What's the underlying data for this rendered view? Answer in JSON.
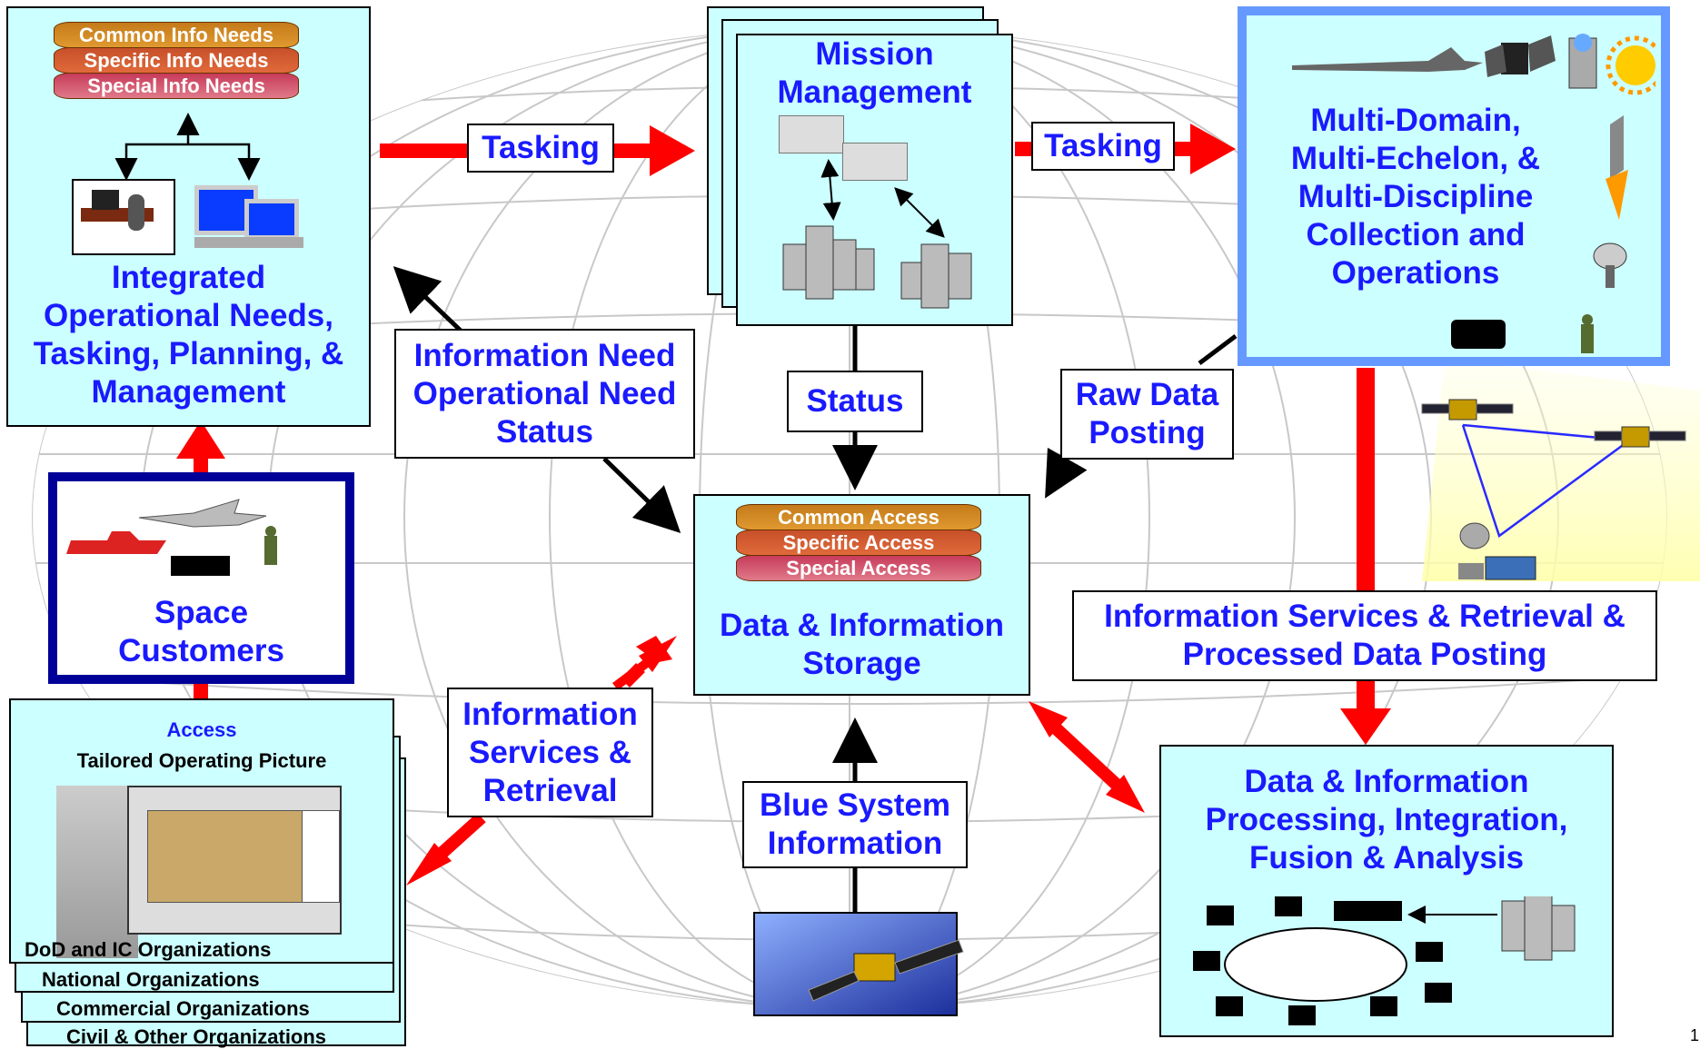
{
  "integrated_needs": {
    "db_rows": [
      "Common Info Needs",
      "Specific Info Needs",
      "Special Info Needs"
    ],
    "title_lines": [
      "Integrated",
      "Operational Needs,",
      "Tasking, Planning, &",
      "Management"
    ]
  },
  "mission": {
    "title_lines": [
      "Mission",
      "Management"
    ]
  },
  "collection": {
    "title_lines": [
      "Multi-Domain,",
      "Multi-Echelon, &",
      "Multi-Discipline",
      "Collection and",
      "Operations"
    ]
  },
  "storage": {
    "db_rows": [
      "Common Access",
      "Specific Access",
      "Special Access"
    ],
    "title_lines": [
      "Data & Information",
      "Storage"
    ]
  },
  "processing": {
    "title_lines": [
      "Data & Information",
      "Processing, Integration,",
      "Fusion & Analysis"
    ]
  },
  "customers": {
    "title_lines": [
      "Space",
      "Customers"
    ]
  },
  "access": {
    "header": "Access",
    "subheader": "Tailored Operating Picture",
    "orgs": [
      "DoD and IC Organizations",
      "National Organizations",
      "Commercial Organizations",
      "Civil & Other Organizations"
    ]
  },
  "labels": {
    "tasking_1": "Tasking",
    "tasking_2": "Tasking",
    "info_need_lines": [
      "Information Need",
      "Operational Need",
      "Status"
    ],
    "status": "Status",
    "raw_data_lines": [
      "Raw Data",
      "Posting"
    ],
    "info_services_lines": [
      "Information",
      "Services &",
      "Retrieval"
    ],
    "blue_system_lines": [
      "Blue System",
      "Information"
    ],
    "info_services_retrieval_lines": [
      "Information Services & Retrieval &",
      "Processed Data Posting"
    ]
  },
  "page_number": "1",
  "colors": {
    "title_blue": "#1a1aff",
    "box_fill": "#ccffff",
    "arrow_red": "#ff0000",
    "customer_border": "#000099",
    "collection_border": "#6699ff"
  }
}
